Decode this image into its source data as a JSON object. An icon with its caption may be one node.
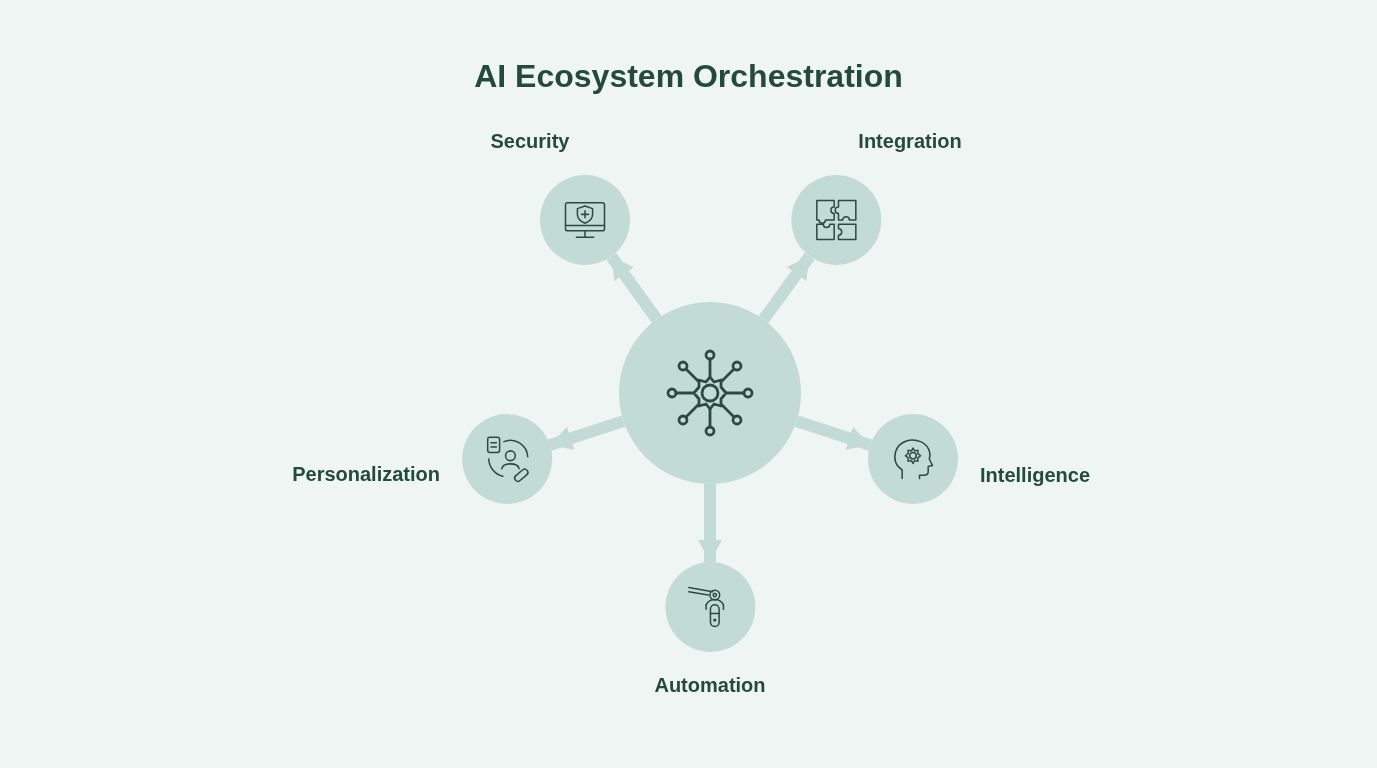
{
  "diagram": {
    "title": "AI Ecosystem Orchestration",
    "nodes": [
      {
        "text": [
          "Security"
        ]
      },
      {
        "text": [
          "Integration"
        ]
      },
      {
        "text": [],
        "shape": "circle"
      },
      {
        "text": [
          "Personalization"
        ]
      },
      {
        "text": [
          "Intelligence"
        ]
      },
      {
        "text": [
          "Automation"
        ]
      }
    ],
    "edges": [
      {
        "from": 2,
        "to": 0,
        "arrow": "to"
      },
      {
        "from": 2,
        "to": 1,
        "arrow": "to"
      },
      {
        "from": 2,
        "to": 3,
        "arrow": "to"
      },
      {
        "from": 2,
        "to": 4,
        "arrow": "to"
      },
      {
        "from": 2,
        "to": 5,
        "arrow": "to"
      }
    ]
  }
}
